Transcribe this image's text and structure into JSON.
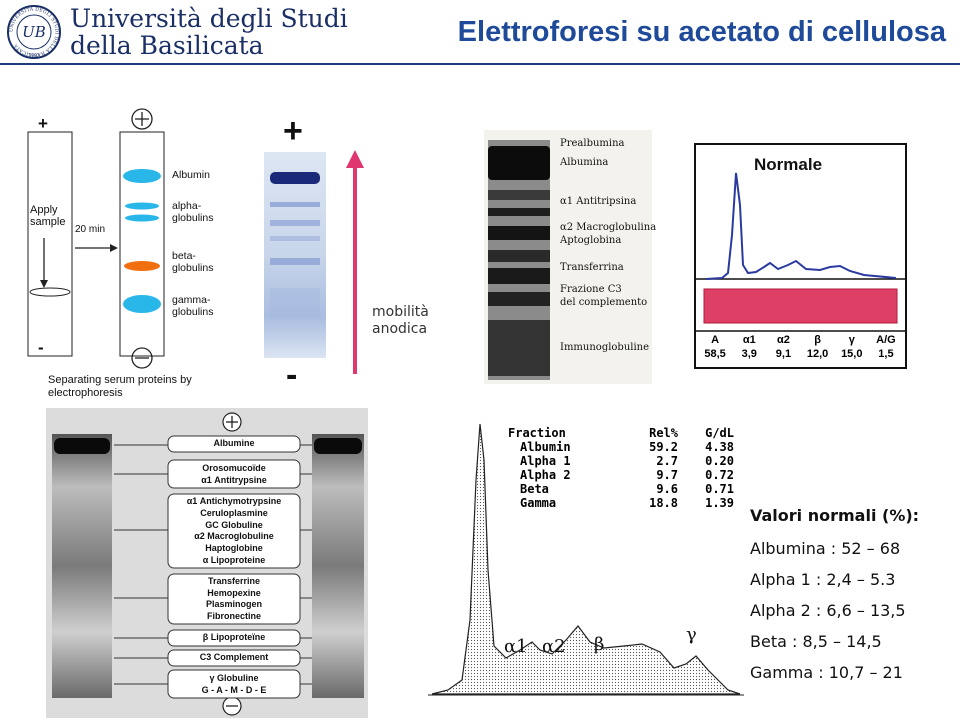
{
  "header": {
    "university_line1": "Università degli Studi",
    "university_line2": "della Basilicata",
    "logo_seal": "UNIVERSITÀ DEGLI STUDI DELLA BASILICATA",
    "logo_year": "1982",
    "logo_monogram": "UB",
    "title": "Elettroforesi su acetato di cellulosa",
    "title_color": "#1e4a99"
  },
  "fig_schematic": {
    "plus": "+",
    "minus": "-",
    "apply_sample": "Apply sample",
    "time": "20 min",
    "bands": [
      "Albumin",
      "alpha-globulins",
      "beta-globulins",
      "gamma-globulins"
    ],
    "band_color_main": "#29b6e8",
    "band_color_beta": "#f07010",
    "caption": "Separating serum proteins by electrophoresis"
  },
  "fig_strip": {
    "plus": "+",
    "minus": "-",
    "mobility": "mobilità anodica",
    "arrow_color": "#e0356e"
  },
  "fig_bw_strip": {
    "labels": [
      "Prealbumina",
      "Albumina",
      "α1 Antitripsina",
      "α2 Macroglobulina",
      "Aptoglobina",
      "Transferrina",
      "Frazione C3",
      "del complemento",
      "Immunoglobuline"
    ]
  },
  "fig_normale": {
    "title": "Normale",
    "headers": [
      "A",
      "α1",
      "α2",
      "β",
      "γ",
      "A/G"
    ],
    "values": [
      "58,5",
      "3,9",
      "9,1",
      "12,0",
      "15,0",
      "1,5"
    ],
    "trace_color": "#2a3aa0",
    "band_color": "#d81e4a"
  },
  "fig_proteins": {
    "top_symbol": "+",
    "bottom_symbol": "-",
    "boxes": [
      [
        "Albumine"
      ],
      [
        "Orosomucoïde",
        "α1 Antitrypsine"
      ],
      [
        "α1 Antichymotrypsine",
        "Ceruloplasmine",
        "GC Globuline",
        "α2 Macroglobuline",
        "Haptoglobine",
        "α Lipoproteine"
      ],
      [
        "Transferrine",
        "Hemopexine",
        "Plasminogen",
        "Fibronectine"
      ],
      [
        "β Lipoproteïne"
      ],
      [
        "C3 Complement"
      ],
      [
        "γ Globuline",
        "G - A - M - D - E"
      ]
    ]
  },
  "fig_densitogram": {
    "table_headers": [
      "Fraction",
      "Rel%",
      "G/dL"
    ],
    "table_rows": [
      [
        "Albumin",
        "59.2",
        "4.38"
      ],
      [
        "Alpha 1",
        "2.7",
        "0.20"
      ],
      [
        "Alpha 2",
        "9.7",
        "0.72"
      ],
      [
        "Beta",
        "9.6",
        "0.71"
      ],
      [
        "Gamma",
        "18.8",
        "1.39"
      ]
    ],
    "peak_labels": [
      "α1",
      "α2",
      "β",
      "γ"
    ]
  },
  "normal_values": {
    "title": "Valori normali (%):",
    "rows": [
      "Albumina : 52 – 68",
      "Alpha 1 : 2,4 – 5.3",
      "Alpha 2 : 6,6  – 13,5",
      "Beta : 8,5  – 14,5",
      "Gamma : 10,7 – 21"
    ]
  }
}
